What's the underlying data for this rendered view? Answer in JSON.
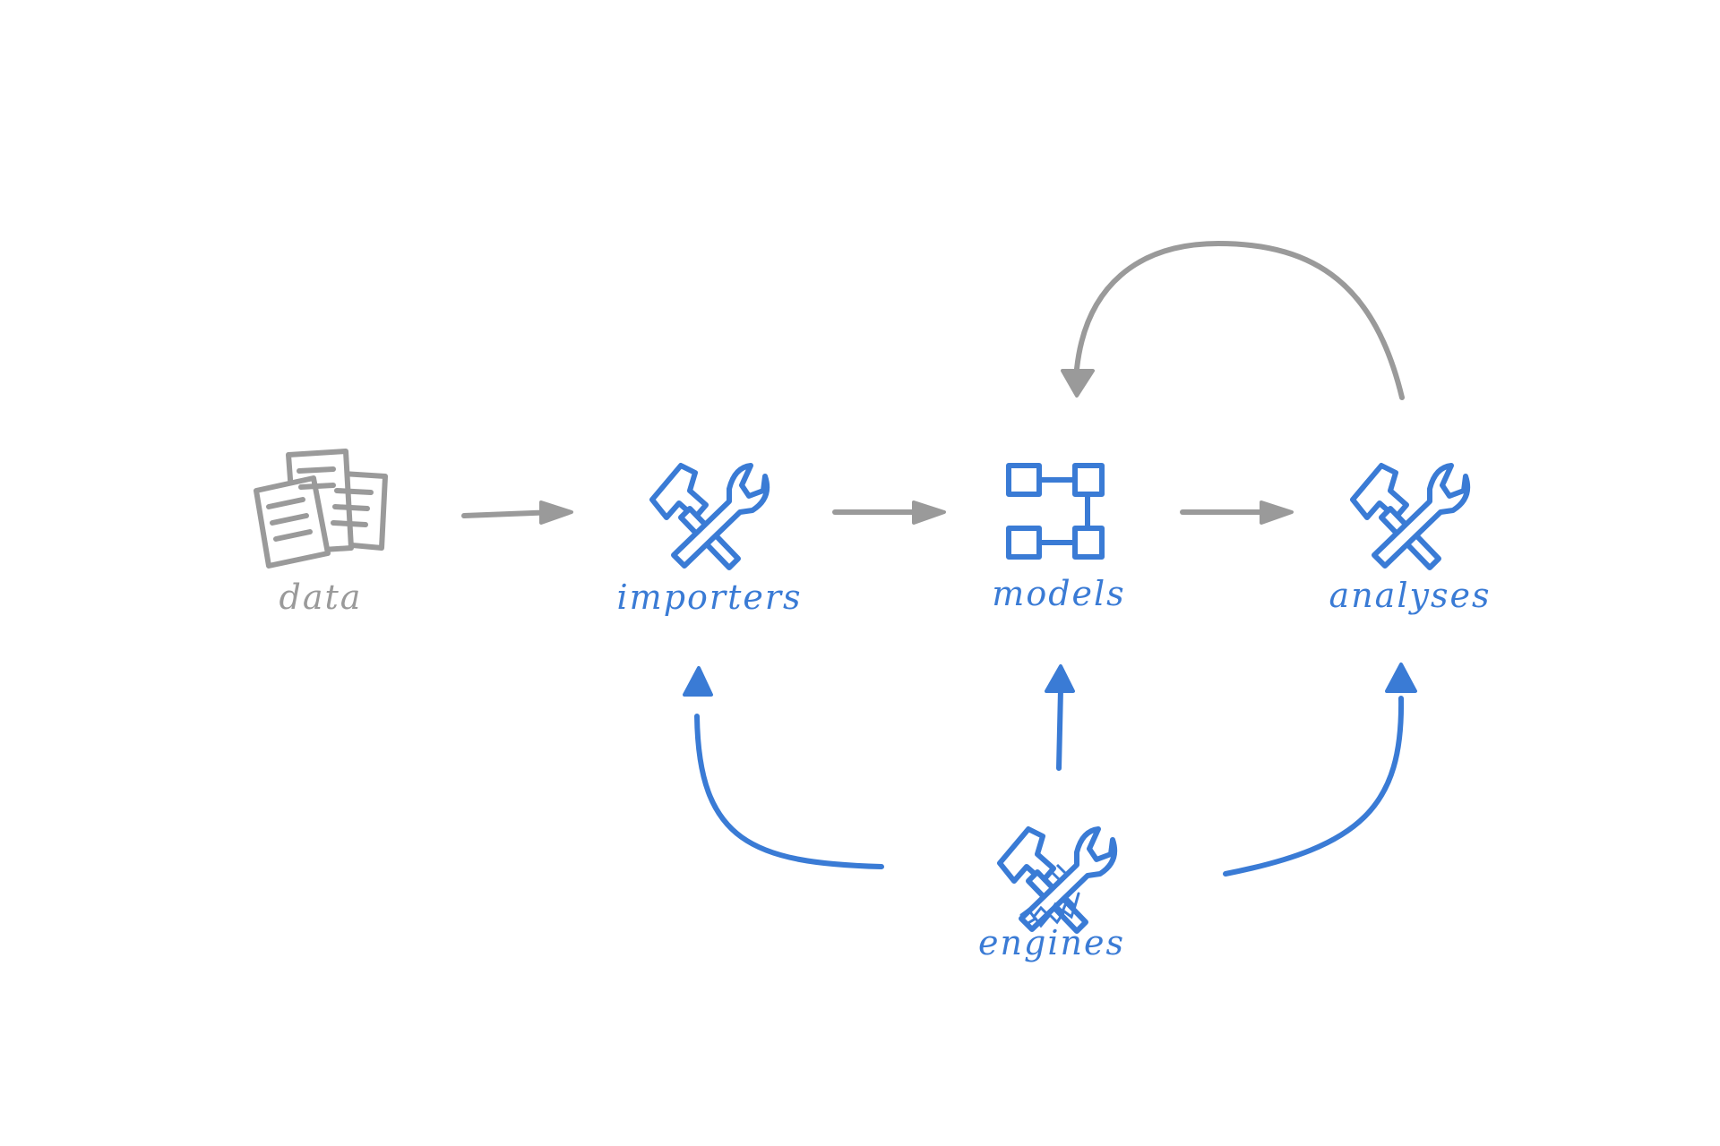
{
  "colors": {
    "gray": "#9a9a9a",
    "blue": "#3a7bd5",
    "background": "#ffffff"
  },
  "nodes": [
    {
      "id": "data",
      "label": "data",
      "icon": "documents-icon",
      "color": "gray"
    },
    {
      "id": "importers",
      "label": "importers",
      "icon": "tools-icon",
      "color": "blue"
    },
    {
      "id": "models",
      "label": "models",
      "icon": "model-diagram-icon",
      "color": "blue"
    },
    {
      "id": "analyses",
      "label": "analyses",
      "icon": "tools-icon",
      "color": "blue"
    },
    {
      "id": "engines",
      "label": "engines",
      "icon": "engine-tools-icon",
      "color": "blue"
    }
  ],
  "edges": [
    {
      "from": "data",
      "to": "importers",
      "color": "gray"
    },
    {
      "from": "importers",
      "to": "models",
      "color": "gray"
    },
    {
      "from": "models",
      "to": "analyses",
      "color": "gray"
    },
    {
      "from": "analyses",
      "to": "models",
      "color": "gray"
    },
    {
      "from": "engines",
      "to": "importers",
      "color": "blue"
    },
    {
      "from": "engines",
      "to": "models",
      "color": "blue"
    },
    {
      "from": "engines",
      "to": "analyses",
      "color": "blue"
    }
  ]
}
